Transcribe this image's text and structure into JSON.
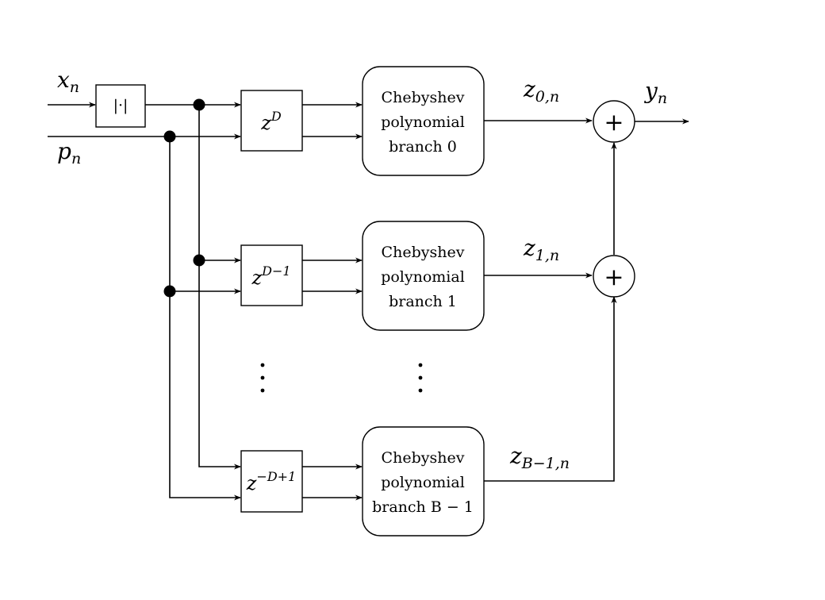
{
  "inputs": {
    "x": {
      "base": "x",
      "sub": "n"
    },
    "p": {
      "base": "p",
      "sub": "n"
    }
  },
  "abs_block": "|·|",
  "output": {
    "base": "y",
    "sub": "n"
  },
  "delays": [
    {
      "base": "z",
      "sup": "D"
    },
    {
      "base": "z",
      "sup": "D−1"
    },
    {
      "base": "z",
      "sup": "−D+1"
    }
  ],
  "branches": [
    {
      "lines": [
        "Chebyshev",
        "polynomial",
        "branch 0"
      ],
      "output": {
        "base": "z",
        "sub": "0,n"
      }
    },
    {
      "lines": [
        "Chebyshev",
        "polynomial",
        "branch 1"
      ],
      "output": {
        "base": "z",
        "sub": "1,n"
      }
    },
    {
      "lines": [
        "Chebyshev",
        "polynomial",
        "branch B − 1"
      ],
      "output": {
        "base": "z",
        "sub": "B−1,n"
      }
    }
  ],
  "adders": [
    "+",
    "+"
  ],
  "ellipsis": "⋮"
}
